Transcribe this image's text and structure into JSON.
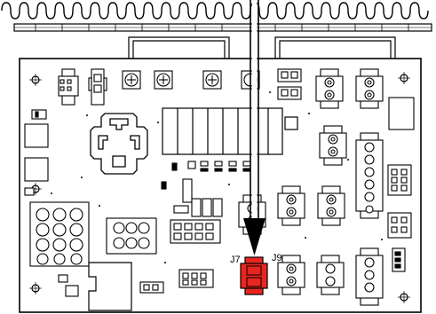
{
  "diagram": {
    "connector_labels": {
      "j7": "J7",
      "j9": "J9"
    },
    "highlight": {
      "target": "J7",
      "color": "#e8261f"
    }
  }
}
